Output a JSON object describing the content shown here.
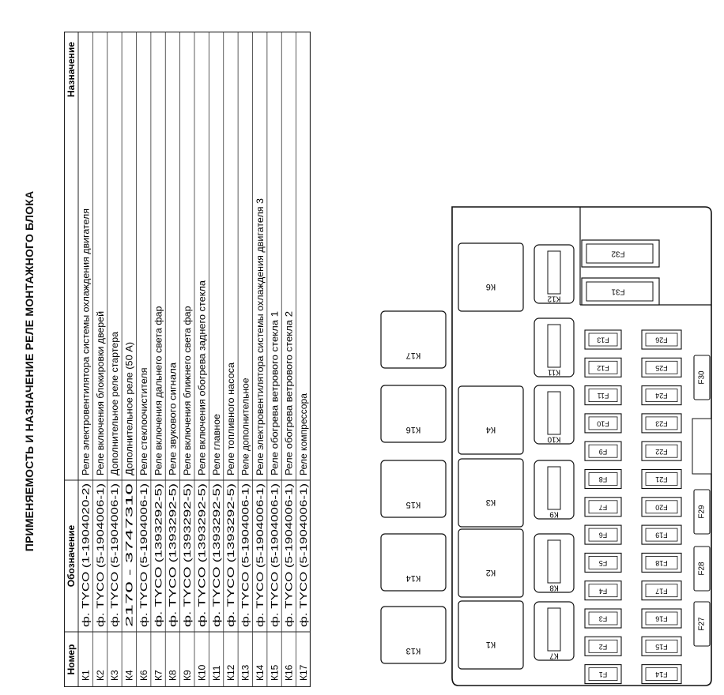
{
  "title": "ПРИМЕНЯЕМОСТЬ И НАЗНАЧЕНИЕ РЕЛЕ МОНТАЖНОГО БЛОКА",
  "table": {
    "headers": {
      "number": "Номер",
      "designation": "Обозначение",
      "purpose": "Назначение"
    },
    "rows": [
      {
        "number": "К1",
        "designation": "ф. TYCO (1-1904020-2)",
        "purpose": "Реле электровентилятора системы охлаждения двигателя"
      },
      {
        "number": "К2",
        "designation": "ф. TYCO (5-1904006-1)",
        "purpose": "Реле включения блокировки дверей"
      },
      {
        "number": "К3",
        "designation": "ф. TYCO (5-1904006-1)",
        "purpose": "Дополнительное реле стартера"
      },
      {
        "number": "К4",
        "designation": "2170 - 3747310",
        "purpose": "Дополнительное реле (50 А)"
      },
      {
        "number": "К6",
        "designation": "ф. TYCO (5-1904006-1)",
        "purpose": "Реле стеклоочистителя"
      },
      {
        "number": "К7",
        "designation": "ф. TYCO (1393292-5)",
        "purpose": "Реле включения дальнего света фар"
      },
      {
        "number": "К8",
        "designation": "ф. TYCO (1393292-5)",
        "purpose": "Реле звукового сигнала"
      },
      {
        "number": "К9",
        "designation": "ф. TYCO (1393292-5)",
        "purpose": "Реле включения ближнего света фар"
      },
      {
        "number": "К10",
        "designation": "ф. TYCO (1393292-5)",
        "purpose": "Реле включения обогрева заднего стекла"
      },
      {
        "number": "К11",
        "designation": "ф. TYCO (1393292-5)",
        "purpose": "Реле главное"
      },
      {
        "number": "К12",
        "designation": "ф. TYCO (1393292-5)",
        "purpose": "Реле топливного насоса"
      },
      {
        "number": "К13",
        "designation": "ф. TYCO (5-1904006-1)",
        "purpose": "Реле дополнительное"
      },
      {
        "number": "К14",
        "designation": "ф. TYCO (5-1904006-1)",
        "purpose": "Реле электровентилятора системы охлаждения двигателя 3"
      },
      {
        "number": "К15",
        "designation": "ф. TYCO (5-1904006-1)",
        "purpose": "Реле обогрева ветрового стекла 1"
      },
      {
        "number": "К16",
        "designation": "ф. TYCO (5-1904006-1)",
        "purpose": "Реле обогрева ветрового стекла 2"
      },
      {
        "number": "К17",
        "designation": "ф. TYCO (5-1904006-1)",
        "purpose": "Реле компрессора"
      }
    ]
  },
  "diagram": {
    "outer_relays": [
      "К13",
      "К14",
      "К15",
      "К16",
      "К17"
    ],
    "big_relays": [
      "К1",
      "К2",
      "К3",
      "К4",
      "К6"
    ],
    "small_relays": [
      "К7",
      "К8",
      "К9",
      "К10",
      "К11",
      "К12"
    ],
    "fuses_left": [
      "F1",
      "F2",
      "F3",
      "F4",
      "F5",
      "F6",
      "F7",
      "F8",
      "F9",
      "F10",
      "F11",
      "F12",
      "F13"
    ],
    "fuses_right": [
      "F14",
      "F15",
      "F16",
      "F17",
      "F18",
      "F19",
      "F20",
      "F21",
      "F22",
      "F23",
      "F24",
      "F25",
      "F26"
    ],
    "fuses_side": [
      "F27",
      "F28",
      "F29",
      "F30"
    ],
    "fuses_big": [
      "F31",
      "F32"
    ]
  }
}
